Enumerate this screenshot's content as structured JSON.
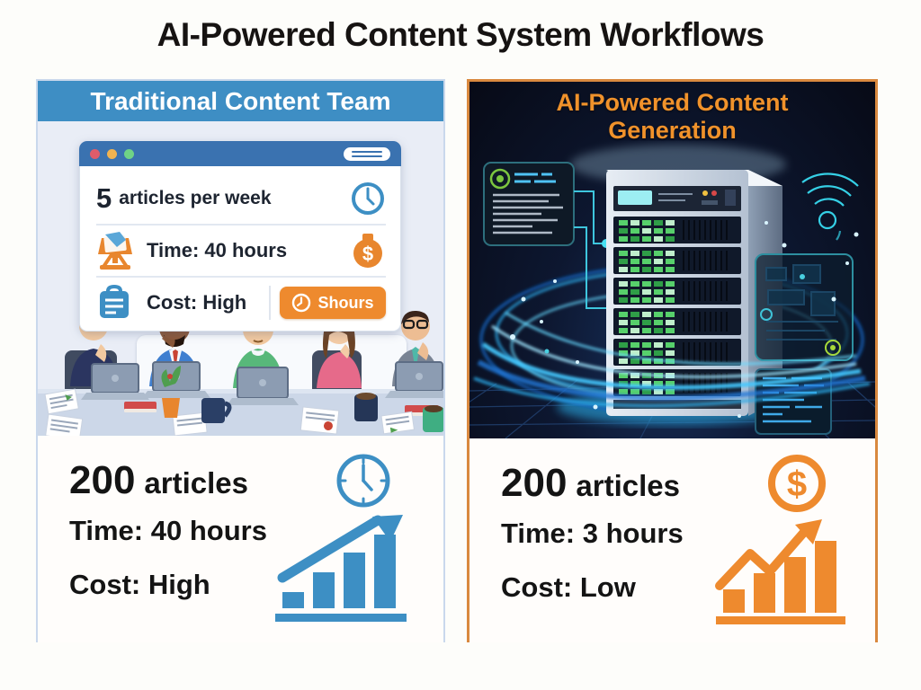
{
  "title": "AI-Powered Content System Workflows",
  "left": {
    "header": "Traditional Content Team",
    "browser": {
      "articles_value": "5",
      "articles_suffix": "articles per week",
      "time_label": "Time: 40 hours",
      "cost_label": "Cost: High",
      "hours_button_label": "Shours"
    },
    "stats": {
      "articles_value": "200",
      "articles_suffix": "articles",
      "time_label": "Time: 40 hours",
      "cost_label": "Cost: High"
    }
  },
  "right": {
    "header_line1": "AI-Powered Content",
    "header_line2": "Generation",
    "stats": {
      "articles_value": "200",
      "articles_suffix": "articles",
      "time_label": "Time: 3 hours",
      "cost_label": "Cost: Low"
    }
  },
  "symbols": {
    "dollar": "$"
  },
  "icons": {
    "browser_row1_right": "clock-icon",
    "browser_row2_left": "easel-icon",
    "browser_row2_right": "dollar-coin-icon",
    "browser_row3_left": "briefcase-icon",
    "browser_button": "clock-icon",
    "left_stats_top": "clock-icon",
    "left_stats_chart": "bar-chart-up-icon",
    "right_stats_top": "dollar-circle-icon",
    "right_stats_chart": "bar-chart-up-icon",
    "server_scene": "server-rack-illustration",
    "signal": "signal-waves-icon"
  },
  "colors": {
    "left_header_bg": "#3E8EC4",
    "browser_bar": "#3A72B0",
    "left_illustration_bg": "#E9EDF6",
    "accent_orange": "#EE8A2E",
    "accent_blue": "#3D8FC4",
    "dark_bg": "#0A0E1D",
    "right_header_text": "#F0922B",
    "right_border": "#D9893F",
    "text_dark": "#141414"
  }
}
